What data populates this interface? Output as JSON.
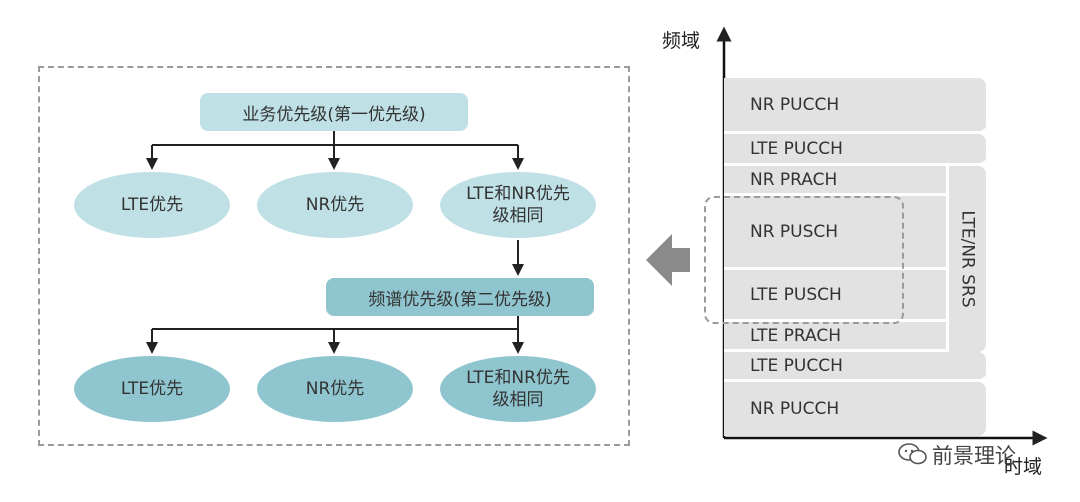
{
  "left_panel": {
    "service_priority": "业务优先级(第一优先级)",
    "spectrum_priority": "频谱优先级(第二优先级)",
    "service_options": [
      "LTE优先",
      "NR优先",
      "LTE和NR优先级相同"
    ],
    "spectrum_options": [
      "LTE优先",
      "NR优先",
      "LTE和NR优先级相同"
    ]
  },
  "right_panel": {
    "y_axis_label": "频域",
    "x_axis_label": "时域",
    "segments": [
      "NR PUCCH",
      "LTE PUCCH",
      "NR PRACH",
      "NR PUSCH",
      "LTE PUSCH",
      "LTE PRACH",
      "LTE PUCCH",
      "NR PUCCH"
    ],
    "srs_label": "LTE/NR SRS"
  },
  "watermark": {
    "text": "前景理论"
  },
  "colors": {
    "light_teal": "#bfe0e5",
    "mid_teal": "#8fc5cf",
    "segment_gray": "#e2e2e2",
    "arrow_gray": "#8a8a8a"
  }
}
